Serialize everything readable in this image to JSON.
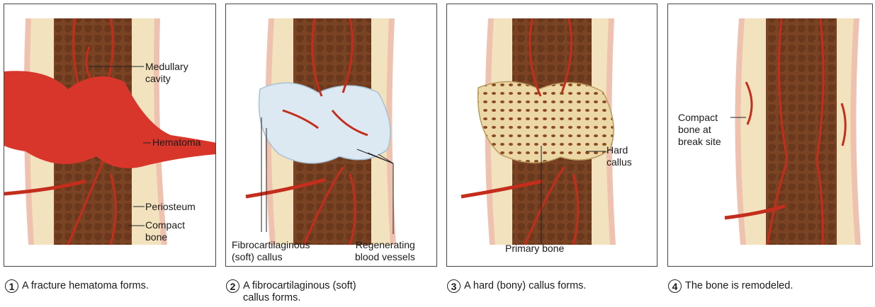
{
  "panels": [
    {
      "labels": {
        "medullary": "Medullary\ncavity",
        "hematoma": "Hematoma",
        "periosteum": "Periosteum",
        "compact": "Compact\nbone"
      },
      "caption": {
        "number": "1",
        "text": "A fracture hematoma forms."
      }
    },
    {
      "labels": {
        "fibro": "Fibrocartilaginous\n(soft) callus",
        "regen": "Regenerating\nblood vessels"
      },
      "caption": {
        "number": "2",
        "text": "A fibrocartilaginous (soft)\ncallus forms."
      }
    },
    {
      "labels": {
        "hard": "Hard\ncallus",
        "primary": "Primary bone"
      },
      "caption": {
        "number": "3",
        "text": "A hard (bony) callus forms."
      }
    },
    {
      "labels": {
        "compact": "Compact\nbone at\nbreak site"
      },
      "caption": {
        "number": "4",
        "text": "The bone is remodeled."
      }
    }
  ],
  "colors": {
    "marrow": "#6b3a1f",
    "compact": "#f2e2bd",
    "periosteum": "#efc2b0",
    "vessel": "#c42c1c",
    "hematoma": "#d8362a",
    "softCallus": "#dce9f2",
    "hardCallus": "#ecd8a6"
  }
}
